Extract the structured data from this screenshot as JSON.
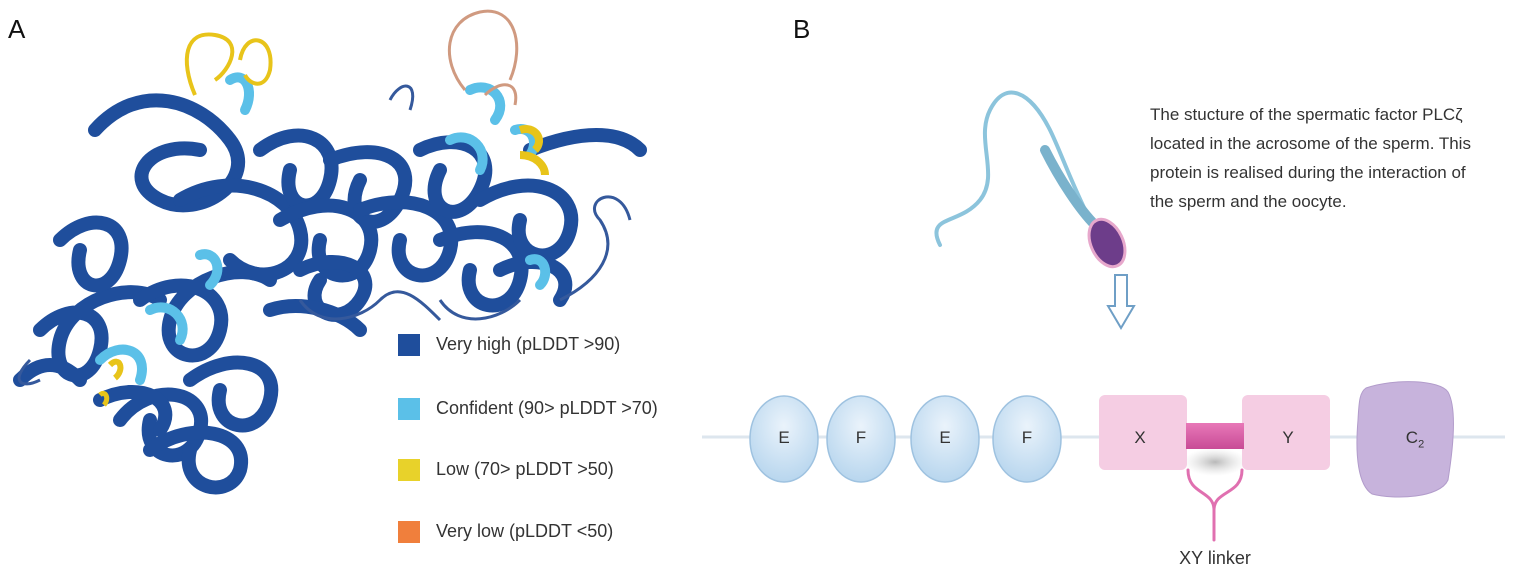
{
  "panels": {
    "a_label": "A",
    "b_label": "B"
  },
  "legend": {
    "items": [
      {
        "label": "Very high (pLDDT >90)",
        "color": "#1f4e9c"
      },
      {
        "label": "Confident (90> pLDDT >70)",
        "color": "#5bc0e8"
      },
      {
        "label": "Low (70> pLDDT >50)",
        "color": "#e8d22a"
      },
      {
        "label": "Very low (pLDDT <50)",
        "color": "#f07f3c"
      }
    ]
  },
  "description": {
    "lines": [
      "The stucture of the spermatic factor PLCζ",
      "located in the acrosome of the sperm. This",
      "protein is realised during the interaction of",
      "the sperm and the oocyte."
    ]
  },
  "domains": {
    "ef": [
      "E",
      "F",
      "E",
      "F"
    ],
    "x": "X",
    "y": "Y",
    "c2_main": "C",
    "c2_sub": "2"
  },
  "linker_label": "XY linker",
  "colors": {
    "very_high": "#1f4e9c",
    "confident": "#5bc0e8",
    "low": "#e8d22a",
    "very_low": "#e08a6a",
    "ef_domain": "#cfe3f4",
    "xy_domain": "#f5cde3",
    "c2_domain": "#c7b3dc",
    "linker": "#d95aa6",
    "sperm": "#8cc4dc",
    "sperm_head": "#6d3d8a"
  }
}
